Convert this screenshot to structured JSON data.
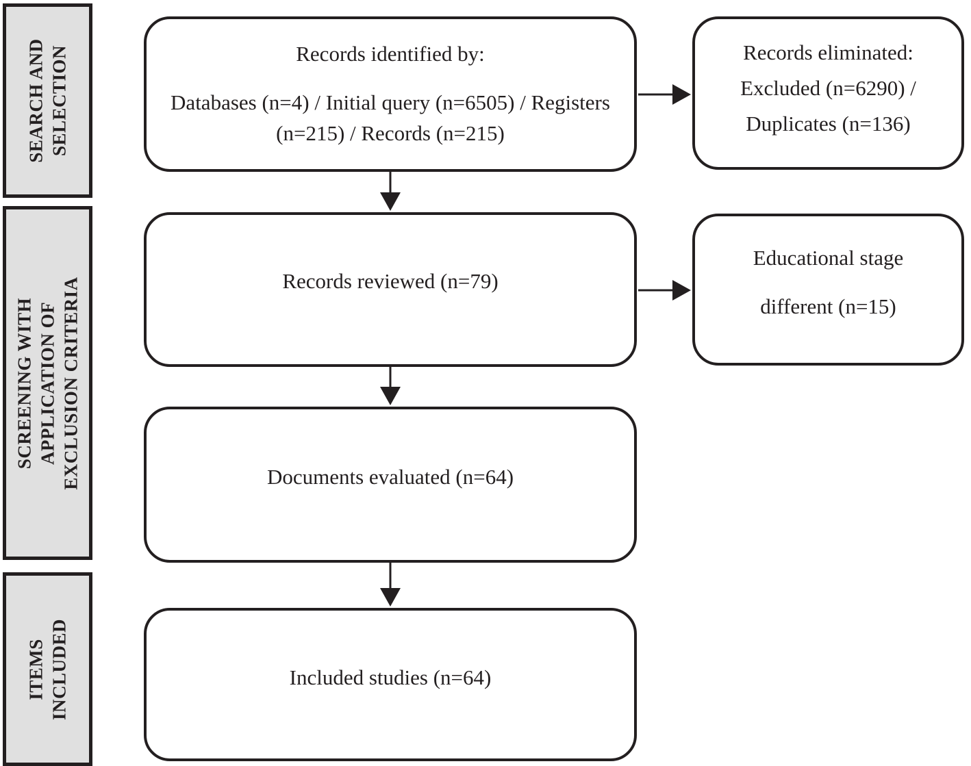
{
  "stages": [
    {
      "id": "search-selection",
      "label": "SEARCH AND\nSELECTION"
    },
    {
      "id": "screening",
      "label": "SCREENING WITH\nAPPLICATION OF\nEXCLUSION CRITERIA"
    },
    {
      "id": "items-included",
      "label": "ITEMS\nINCLUDED"
    }
  ],
  "flow_boxes": [
    {
      "id": "records-identified",
      "title": "Records identified by:",
      "detail": "Databases (n=4) / Initial query (n=6505) / Registers (n=215) / Records (n=215)"
    },
    {
      "id": "records-reviewed",
      "text": "Records reviewed (n=79)"
    },
    {
      "id": "documents-evaluated",
      "text": "Documents evaluated (n=64)"
    },
    {
      "id": "included-studies",
      "text": "Included studies (n=64)"
    }
  ],
  "exclusion_boxes": [
    {
      "id": "records-eliminated",
      "text": "Records eliminated:\nExcluded (n=6290) /\nDuplicates (n=136)"
    },
    {
      "id": "educational-stage-different",
      "text": "Educational stage\ndifferent (n=15)"
    }
  ],
  "colors": {
    "border": "#231f20",
    "stage_fill": "#e0e0e0",
    "box_fill": "#ffffff",
    "background": "#ffffff"
  }
}
